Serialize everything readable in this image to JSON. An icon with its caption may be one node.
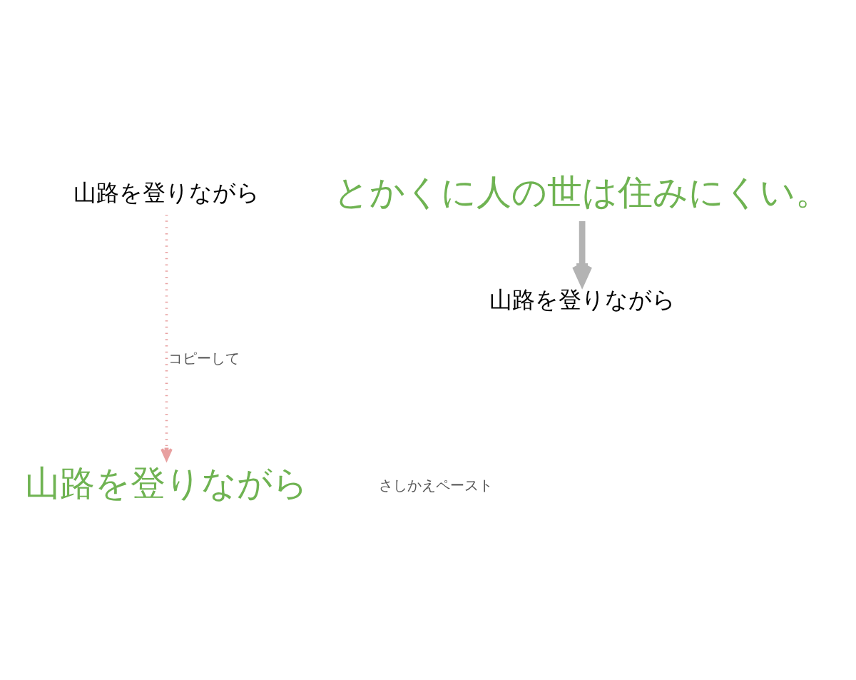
{
  "diagram": {
    "nodes": [
      {
        "text": [
          "山路を登りながら"
        ]
      },
      {
        "text": [
          "とかくに人の世は住みにくい。"
        ]
      },
      {
        "text": [
          "山路を登りながら"
        ]
      },
      {
        "text": [
          "山路を登りながら"
        ]
      }
    ],
    "edges": [
      {
        "from": 0,
        "to": 3,
        "arrow": "to",
        "label": "コピーして",
        "style": "dashed",
        "color": "#e8a0a0"
      },
      {
        "from": 1,
        "to": 2,
        "arrow": "to",
        "style": "thick",
        "color": "#b3b3b3"
      }
    ],
    "labels": [
      "さしかえペースト"
    ]
  }
}
